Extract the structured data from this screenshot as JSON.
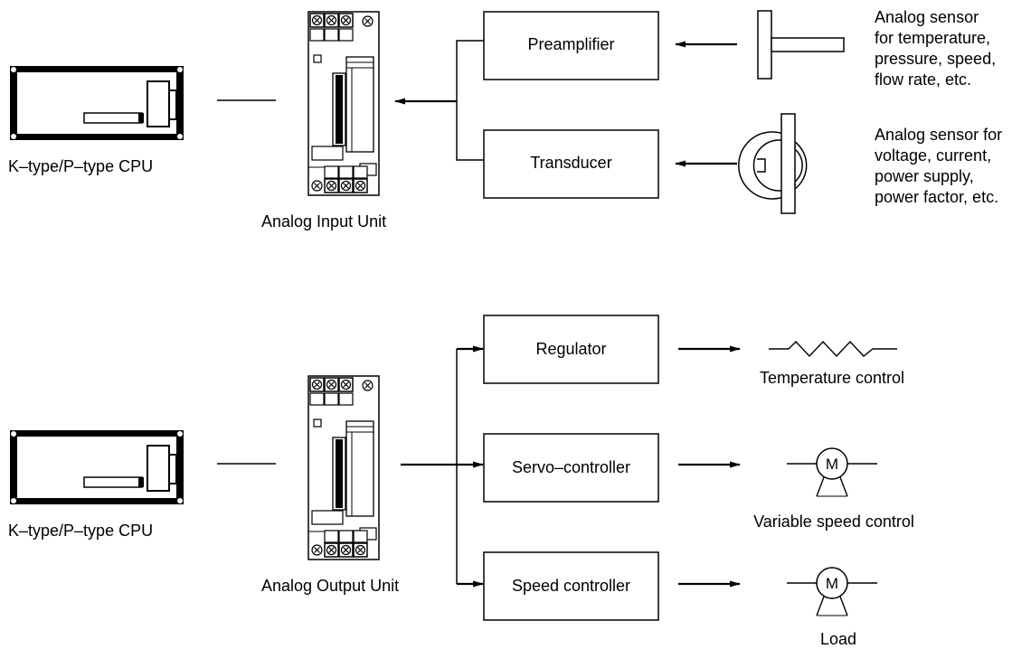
{
  "input_section": {
    "cpu_label": "K–type/P–type CPU",
    "unit_label": "Analog Input Unit",
    "blocks": [
      "Preamplifier",
      "Transducer"
    ],
    "sensor_labels": [
      "Analog sensor\nfor temperature,\npressure, speed,\nflow rate, etc.",
      "Analog sensor for\nvoltage, current,\npower supply,\npower factor, etc."
    ]
  },
  "output_section": {
    "cpu_label": "K–type/P–type CPU",
    "unit_label": "Analog Output Unit",
    "blocks": [
      "Regulator",
      "Servo–controller",
      "Speed controller"
    ],
    "load_labels": [
      "Temperature control",
      "Variable speed control",
      "Load"
    ],
    "motor_symbol_text": "M"
  }
}
